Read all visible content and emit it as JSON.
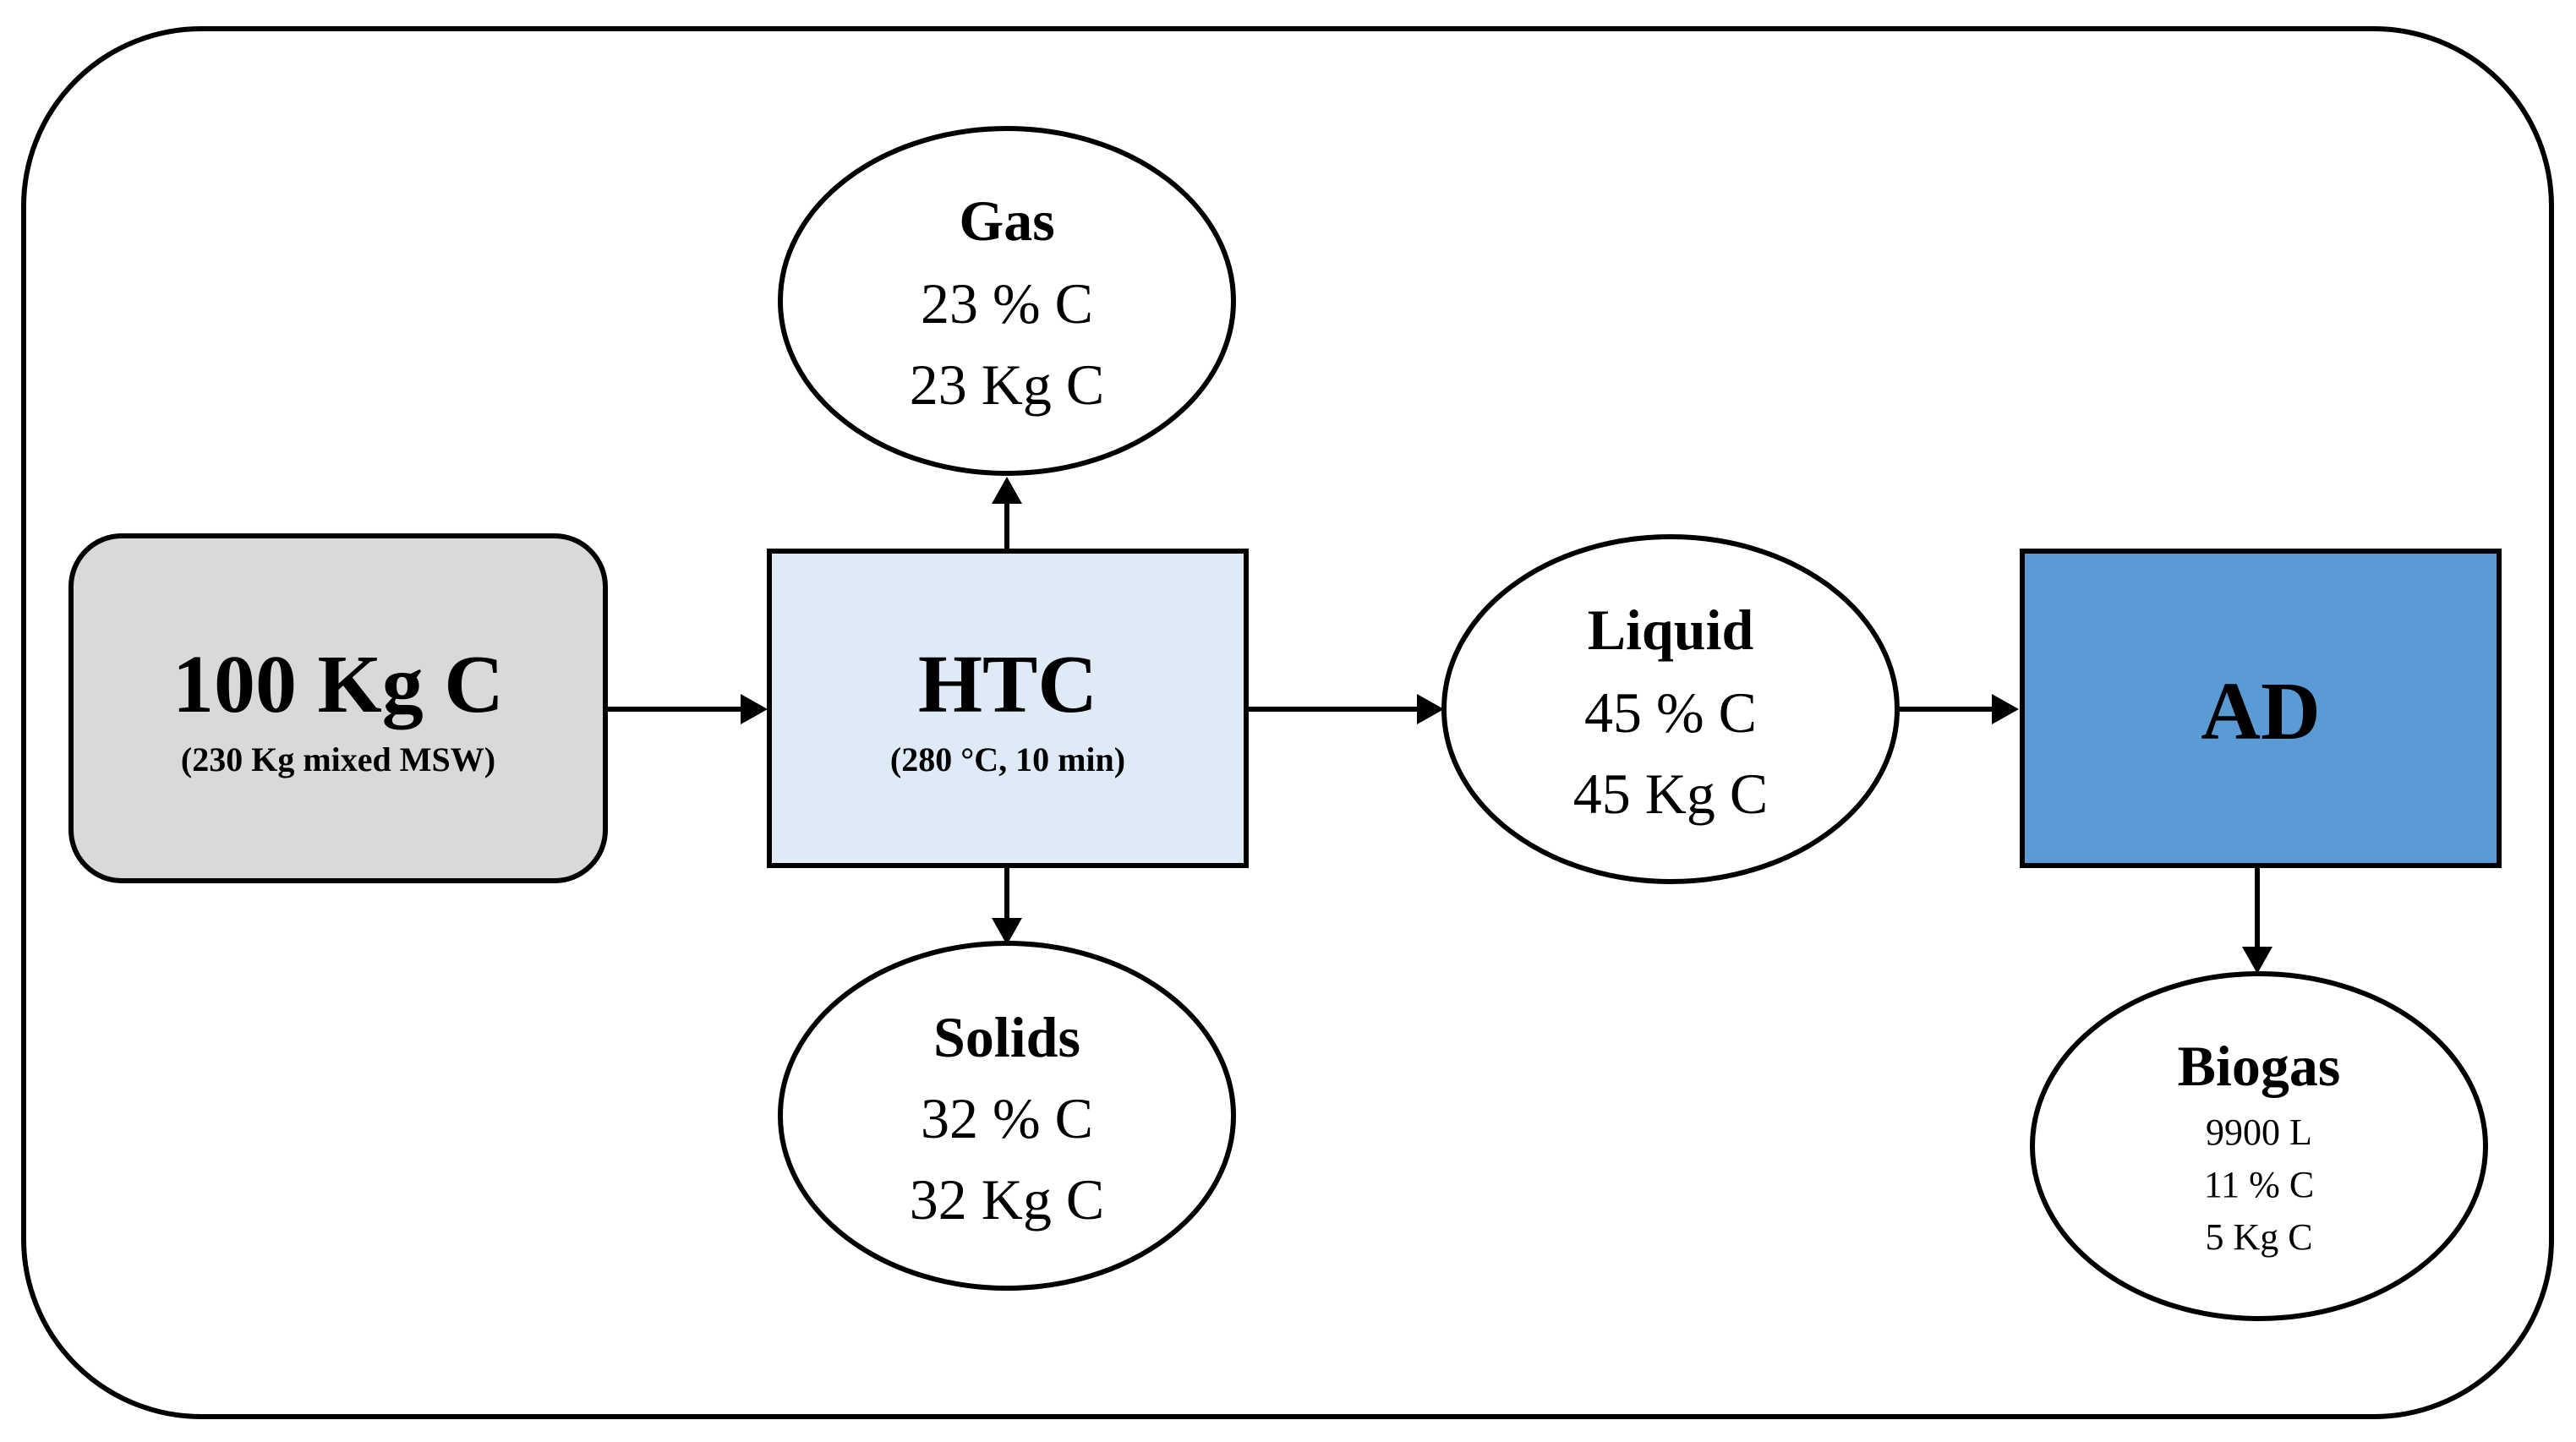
{
  "input": {
    "title": "100 Kg C",
    "subtitle": "(230 Kg mixed MSW)"
  },
  "htc": {
    "title": "HTC",
    "subtitle": "(280 °C, 10 min)"
  },
  "gas": {
    "title": "Gas",
    "percent": "23 % C",
    "mass": "23 Kg C"
  },
  "solids": {
    "title": "Solids",
    "percent": "32 % C",
    "mass": "32 Kg C"
  },
  "liquid": {
    "title": "Liquid",
    "percent": "45 % C",
    "mass": "45 Kg C"
  },
  "ad": {
    "title": "AD"
  },
  "biogas": {
    "title": "Biogas",
    "volume": "9900 L",
    "percent": "11 % C",
    "mass": "5 Kg C"
  },
  "colors": {
    "input_fill": "#d9d9d9",
    "htc_fill": "#deebf7",
    "ad_fill": "#5b9bd5",
    "stroke": "#000000"
  }
}
